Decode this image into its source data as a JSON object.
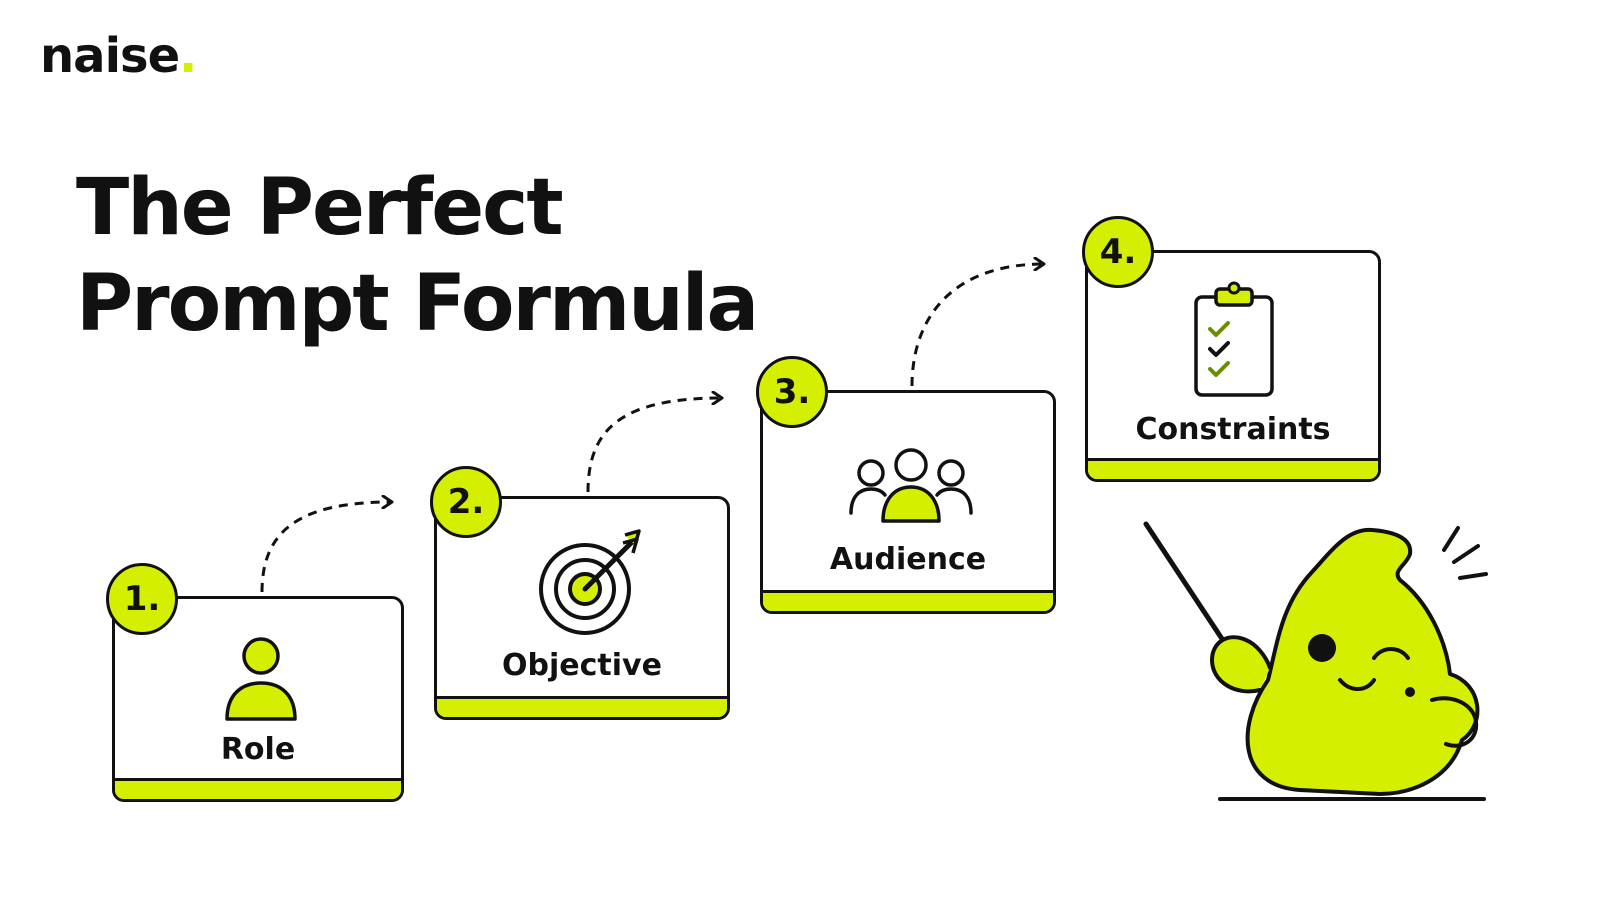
{
  "brand": {
    "name": "naise",
    "dot": "."
  },
  "headline": {
    "line1": "The Perfect",
    "line2": "Prompt Formula"
  },
  "steps": [
    {
      "number": "1.",
      "label": "Role",
      "icon": "person-icon"
    },
    {
      "number": "2.",
      "label": "Objective",
      "icon": "target-icon"
    },
    {
      "number": "3.",
      "label": "Audience",
      "icon": "group-icon"
    },
    {
      "number": "4.",
      "label": "Constraints",
      "icon": "clipboard-checklist-icon"
    }
  ],
  "colors": {
    "accent": "#d4f000",
    "ink": "#111111",
    "background": "#ffffff"
  },
  "mascot": {
    "icon": "mascot-pointer-icon"
  }
}
